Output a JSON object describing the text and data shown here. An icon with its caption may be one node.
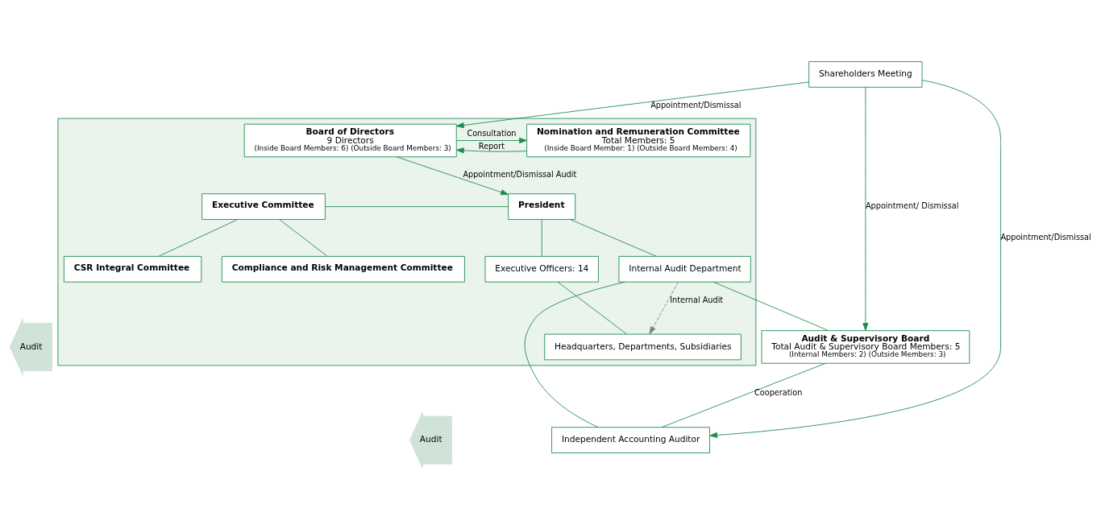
{
  "diagram": {
    "nodes": [
      {
        "text": [
          "Shareholders Meeting"
        ]
      },
      {
        "text": [],
        "shape": "box"
      },
      {
        "text": [
          "Nomination and Remuneration Committee",
          "Total Members: 5",
          "(Inside Board Member: 1) (Outside Board Members: 4)"
        ],
        "in": 1
      },
      {
        "text": [
          "Board of Directors",
          "9 Directors",
          "(Inside Board Members: 6) (Outside Board Members: 3)"
        ],
        "in": 1
      },
      {
        "text": [
          "Executive Committee"
        ],
        "in": 1
      },
      {
        "text": [
          "President"
        ],
        "in": 1
      },
      {
        "text": [
          "CSR Integral Committee"
        ],
        "in": 1
      },
      {
        "text": [
          "Compliance and Risk Management Committee"
        ],
        "in": 1
      },
      {
        "text": [
          "Executive Officers: 14"
        ],
        "in": 1
      },
      {
        "text": [
          "Internal Audit Department"
        ],
        "in": 1
      },
      {
        "text": [
          "Headquarters, Departments, Subsidiaries"
        ],
        "in": 1
      },
      {
        "text": [
          "Audit"
        ]
      },
      {
        "text": [
          "Audit & Supervisory Board",
          "Total Audit & Supervisory Board Members: 5",
          "(Internal Members: 2) (Outside Members: 3)"
        ]
      },
      {
        "text": [
          "Audit"
        ]
      },
      {
        "text": [
          "Independent Accounting Auditor"
        ]
      }
    ],
    "edges": [
      {
        "from": 0,
        "to": 3,
        "arrow": "to",
        "label": "Appointment/Dismissal"
      },
      {
        "from": 0,
        "to": 12,
        "arrow": "to",
        "label": "Appointment/ Dismissal"
      },
      {
        "from": 0,
        "to": 14,
        "arrow": "to",
        "label": "Appointment/Dismissal"
      },
      {
        "from": 3,
        "to": 2,
        "arrow": "to",
        "label": "Consultation"
      },
      {
        "from": 2,
        "to": 3,
        "arrow": "to",
        "label": "Report"
      },
      {
        "from": 3,
        "to": 5,
        "arrow": "to",
        "label": "Appointment/Dismissal Audit"
      },
      {
        "from": 5,
        "to": 4,
        "arrow": "none"
      },
      {
        "from": 4,
        "to": 6,
        "arrow": "none"
      },
      {
        "from": 4,
        "to": 7,
        "arrow": "none"
      },
      {
        "from": 5,
        "to": 8,
        "arrow": "none"
      },
      {
        "from": 8,
        "to": 10,
        "arrow": "none"
      },
      {
        "from": 5,
        "to": 9,
        "arrow": "none"
      },
      {
        "from": 9,
        "to": 10,
        "arrow": "to",
        "label": "Internal Audit",
        "style": "dashed",
        "color": "#808080"
      },
      {
        "from": 12,
        "to": 14,
        "arrow": "none",
        "label": "Cooperation"
      },
      {
        "from": 9,
        "to": 12,
        "arrow": "none"
      },
      {
        "from": 9,
        "to": 14,
        "arrow": "none"
      }
    ]
  }
}
